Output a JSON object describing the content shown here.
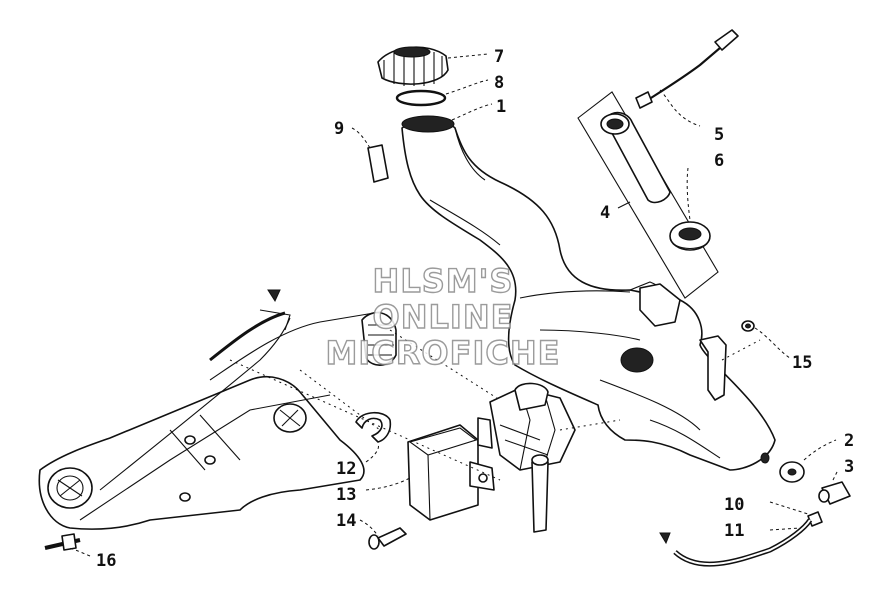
{
  "callouts": [
    {
      "id": "c1",
      "label": "1"
    },
    {
      "id": "c2",
      "label": "2"
    },
    {
      "id": "c3",
      "label": "3"
    },
    {
      "id": "c4",
      "label": "4"
    },
    {
      "id": "c5",
      "label": "5"
    },
    {
      "id": "c6",
      "label": "6"
    },
    {
      "id": "c7",
      "label": "7"
    },
    {
      "id": "c8",
      "label": "8"
    },
    {
      "id": "c9",
      "label": "9"
    },
    {
      "id": "c10",
      "label": "10"
    },
    {
      "id": "c11",
      "label": "11"
    },
    {
      "id": "c12",
      "label": "12"
    },
    {
      "id": "c13",
      "label": "13"
    },
    {
      "id": "c14",
      "label": "14"
    },
    {
      "id": "c15",
      "label": "15"
    },
    {
      "id": "c16",
      "label": "16"
    }
  ],
  "watermark": {
    "line1": "HLSM'S",
    "line2": "ONLINE",
    "line3": "MICROFICHE",
    "color": "#8a8a8a"
  }
}
